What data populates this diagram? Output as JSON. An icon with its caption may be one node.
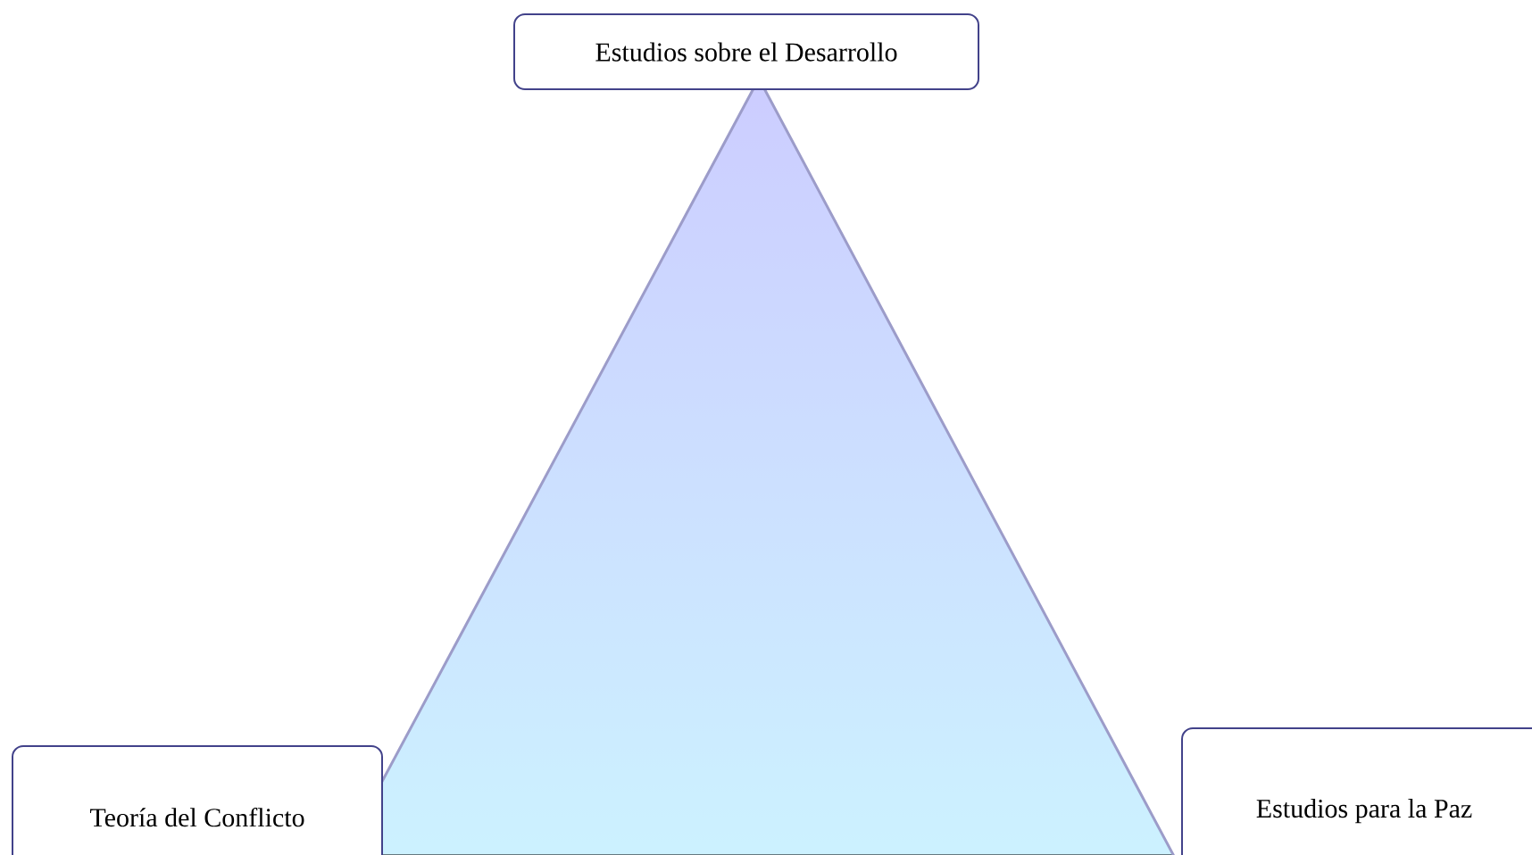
{
  "diagram": {
    "nodes": [
      {
        "text": [
          "Estudios sobre el Desarrollo"
        ]
      },
      {
        "text": [
          "Teoría del Conflicto"
        ]
      },
      {
        "text": [
          "Estudios para la Paz"
        ]
      }
    ]
  }
}
